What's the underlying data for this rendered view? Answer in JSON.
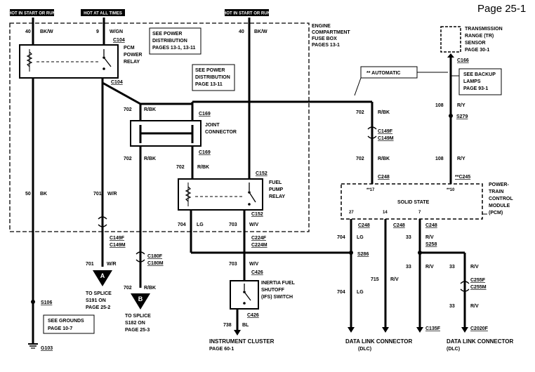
{
  "page_label": "Page 25-1",
  "hot_labels": [
    "HOT IN START OR RUN",
    "HOT AT ALL TIMES",
    "HOT IN START OR RUN"
  ],
  "engine_box": {
    "line1": "ENGINE",
    "line2": "COMPARTMENT",
    "line3": "FUSE BOX",
    "ref": "PAGES 13-1"
  },
  "power_dist_1": {
    "line1": "SEE POWER",
    "line2": "DISTRIBUTION",
    "line3": "PAGES 13-1, 13-11"
  },
  "power_dist_2": {
    "line1": "SEE POWER",
    "line2": "DISTRIBUTION",
    "line3": "PAGE 13-11"
  },
  "pcm_relay": {
    "line1": "PCM",
    "line2": "POWER",
    "line3": "RELAY"
  },
  "joint_connector": {
    "line1": "JOINT",
    "line2": "CONNECTOR"
  },
  "fuel_pump_relay": {
    "line1": "FUEL",
    "line2": "PUMP",
    "line3": "RELAY"
  },
  "inertia_switch": {
    "line1": "INERTIA FUEL",
    "line2": "SHUTOFF",
    "line3": "(IFS) SWITCH"
  },
  "tr_sensor": {
    "line1": "TRANSMISSION",
    "line2": "RANGE (TR)",
    "line3": "SENSOR",
    "ref": "PAGE 30-1"
  },
  "backup_lamps": {
    "line1": "SEE BACKUP",
    "line2": "LAMPS",
    "line3": "PAGE 93-1"
  },
  "automatic_label": "** AUTOMATIC",
  "pcm_module": {
    "name": "SOLID STATE",
    "line1": "POWER-",
    "line2": "TRAIN",
    "line3": "CONTROL",
    "line4": "MODULE",
    "line5": "(PCM)",
    "pins": [
      "**17",
      "**10",
      "27",
      "14",
      "7"
    ]
  },
  "wires": [
    {
      "circuit": "40",
      "color": "BK/W"
    },
    {
      "circuit": "9",
      "color": "W/GN"
    },
    {
      "circuit": "40",
      "color": "BK/W"
    },
    {
      "circuit": "702",
      "color": "R/BK"
    },
    {
      "circuit": "702",
      "color": "R/BK"
    },
    {
      "circuit": "702",
      "color": "R/BK"
    },
    {
      "circuit": "702",
      "color": "R/BK"
    },
    {
      "circuit": "702",
      "color": "R/BK"
    },
    {
      "circuit": "702",
      "color": "R/BK"
    },
    {
      "circuit": "50",
      "color": "BK"
    },
    {
      "circuit": "701",
      "color": "W/R"
    },
    {
      "circuit": "701",
      "color": "W/R"
    },
    {
      "circuit": "704",
      "color": "LG"
    },
    {
      "circuit": "703",
      "color": "W/V"
    },
    {
      "circuit": "703",
      "color": "W/V"
    },
    {
      "circuit": "738",
      "color": "BL"
    },
    {
      "circuit": "108",
      "color": "R/Y"
    },
    {
      "circuit": "108",
      "color": "R/Y"
    },
    {
      "circuit": "704",
      "color": "LG"
    },
    {
      "circuit": "704",
      "color": "LG"
    },
    {
      "circuit": "715",
      "color": "R/V"
    },
    {
      "circuit": "33",
      "color": "R/V"
    },
    {
      "circuit": "33",
      "color": "R/V"
    },
    {
      "circuit": "33",
      "color": "R/V"
    }
  ],
  "connectors": {
    "c104a": "C104",
    "c104b": "C104",
    "c169a": "C169",
    "c169b": "C169",
    "c152a": "C152",
    "c152b": "C152",
    "c166": "C166",
    "s279": "S279",
    "c149f": "C149F",
    "c149m": "C149M",
    "c248": "C248",
    "c245": "**C245",
    "c149f2": "C149F",
    "c149m2": "C149M",
    "c180f": "C180F",
    "c180m": "C180M",
    "c224f": "C224F",
    "c224m": "C224M",
    "c426a": "C426",
    "c426b": "C426",
    "s106": "S106",
    "g103": "G103",
    "c248a": "C248",
    "c248b": "C248",
    "c248c": "C248",
    "s286": "S286",
    "s258": "S258",
    "c135f": "C135F",
    "c255f": "C255F",
    "c255m": "C255M",
    "c2020f": "C2020F"
  },
  "splice_a": {
    "letter": "A",
    "line1": "TO SPLICE",
    "line2": "S191 ON",
    "line3": "PAGE 25-2"
  },
  "splice_b": {
    "letter": "B",
    "line1": "TO SPLICE",
    "line2": "S182 ON",
    "line3": "PAGE 25-3"
  },
  "grounds": {
    "line1": "SEE GROUNDS",
    "line2": "PAGE 10-7"
  },
  "instrument_cluster": {
    "line1": "INSTRUMENT CLUSTER",
    "line2": "PAGE 60-1"
  },
  "dlc_1": {
    "line1": "DATA LINK CONNECTOR",
    "line2": "(DLC)"
  },
  "dlc_2": {
    "line1": "DATA LINK CONNECTOR",
    "line2": "(DLC)"
  }
}
